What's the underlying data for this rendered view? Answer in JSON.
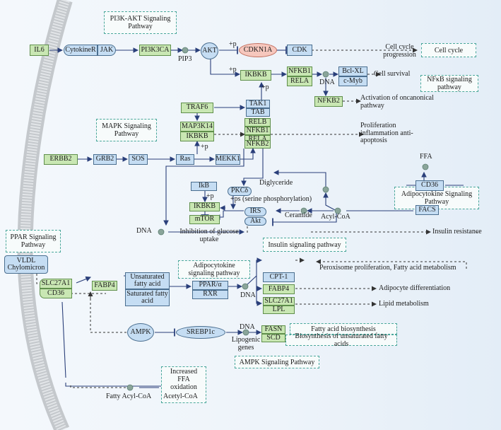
{
  "pathways": {
    "pi3k_akt": "PI3K-AKT Signaling Pathway",
    "cell_cycle": "Cell cycle",
    "nfkb": "NFκB signaling pathway",
    "mapk": "MAPK Signaling Pathway",
    "adipocytokine_right": "Adipocytokine Signaling Pathway",
    "ppar": "PPAR Signaling Pathway",
    "insulin": "Insulin signaling pathway",
    "adipocytokine_mid": "Adipocytokine signaling pathway",
    "fatty_acid_bio": "Fatty acid biosynthesis",
    "unsat_bio": "Biosynthesis of unsaturated fatty acids",
    "ampk": "AMPK Signaling Pathway"
  },
  "nodes": {
    "il6": "IL6",
    "cytokiner": "CytokineR",
    "jak": "JAK",
    "pi3kca": "PI3K3CA",
    "akt": "AKT",
    "cdkn1a": "CDKN1A",
    "cdk": "CDK",
    "ikbkb_top": "IKBKB",
    "nfkb1": "NFKB1",
    "rela": "RELA",
    "bclxl": "Bcl-XL",
    "cmyb": "c-Myb",
    "nfkb2_top": "NFKB2",
    "traf6": "TRAF6",
    "tak1": "TAK1",
    "tab": "TAB",
    "map3k14": "MAP3K14",
    "ikbkb_mid": "IKBKB",
    "relb": "RELB",
    "nfkb1_b": "NFKB1",
    "rela_b": "RELA",
    "nfkb2_b": "NFKB2",
    "erbb2": "ERBB2",
    "grb2": "GRB2",
    "sos": "SOS",
    "ras": "Ras",
    "mekk1": "MEKK1",
    "ikb": "IkB",
    "pkc": "PKCδ",
    "ikbkb_low": "IKBKB",
    "irs": "IRS",
    "mtor": "mTOR",
    "akt_low": "Akt",
    "cd36_right": "CD36",
    "facs": "FACS",
    "vldl": "VLDL Chylomicron",
    "slc27a1_left": "SLC27A1",
    "cd36_left": "CD36",
    "fabp4_left": "FABP4",
    "unsat_fa": "Unsaturated fatty acid",
    "sat_fa": "Saturated fatty acid",
    "ppar": "PPAR/α",
    "rxr": "RXR",
    "cpt1": "CPT-1",
    "fabp4_right": "FABP4",
    "slc27a1_right": "SLC27A1",
    "lpl": "LPL",
    "ampk": "AMPK",
    "srebp1c": "SREBP1c",
    "fasn": "FASN",
    "scd": "SCD"
  },
  "labels": {
    "plus_p": "+p",
    "pip3": "PIP3",
    "cell_cycle_progression": "Cell cycle progression",
    "dna": "DNA",
    "cell_survival": "Cell survival",
    "activation": "Activation of oncanonical pathway",
    "proliferation": "Proliferation inflammation anti-apoptosis",
    "ffa": "FFA",
    "diglyceride": "Diglyceride",
    "ceramide": "Ceramide",
    "acyl_coa": "Acyl-CoA",
    "ps": "+ps (serine phosphorylation)",
    "inhibition": "Inhibition of glucose uptake",
    "insulin_resistance": "Insulin resistance",
    "peroxisome": "Peroxisome proliferation, Fatty acid metabolism",
    "adipocyte_diff": "Adipocyte differentiation",
    "lipid_metabolism": "Lipid metabolism",
    "lipogenic": "Lipogenic genes",
    "increased_ffa": "Increased FFA oxidation",
    "fatty_acyl_coa": "Fatty Acyl-CoA",
    "acetyl_coa": "Acetyl-CoA"
  }
}
